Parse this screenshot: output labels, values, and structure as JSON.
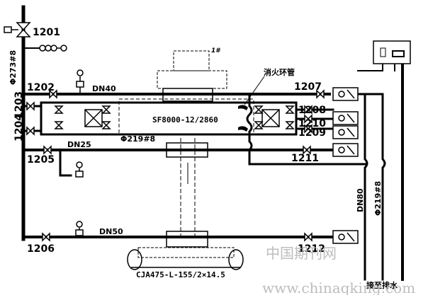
{
  "valves": {
    "v1201": "1201",
    "v1202": "1202",
    "v1203": "1203",
    "v1204": "1204",
    "v1205": "1205",
    "v1206": "1206",
    "v1207": "1207",
    "v1208": "1208",
    "v1209": "1209",
    "v1210": "1210",
    "v1211": "1211",
    "v1212": "1212"
  },
  "pipes": {
    "dn40": "DN40",
    "dn25": "DN25",
    "dn50": "DN50",
    "dn80": "DN80",
    "phi273": "Φ273#8",
    "phi219_vert": "Φ219#8",
    "phi219_horiz": "Φ219#8"
  },
  "equipment": {
    "cooler": "SF8000-12/2860",
    "ring": "消火环管",
    "breaker": "CJA475-L-155/2×14.5",
    "mark": "1#"
  },
  "drain": "接至排水",
  "watermark": {
    "cn": "中国期刊网",
    "url": "www.chinaqking.com"
  }
}
